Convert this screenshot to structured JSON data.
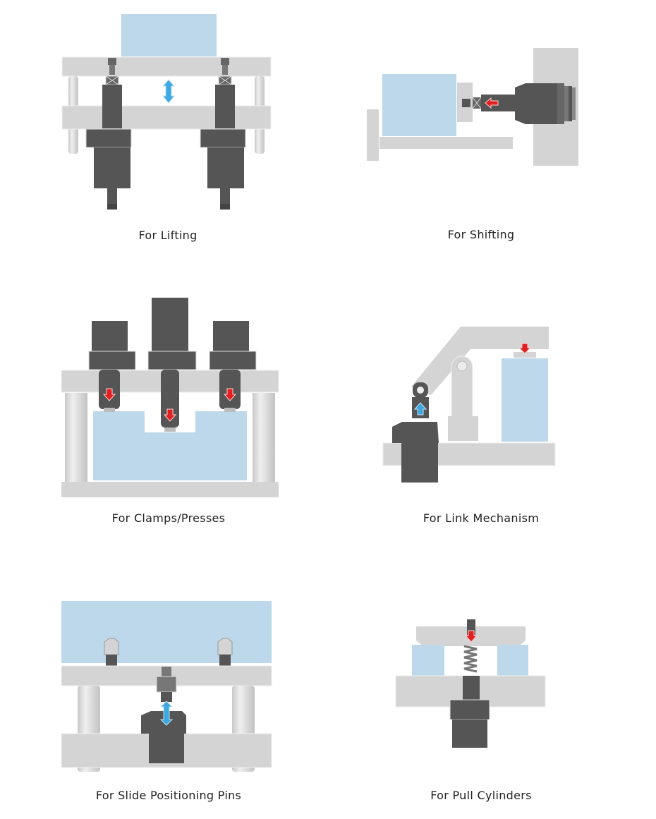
{
  "captions": {
    "lifting": "For Lifting",
    "shifting": "For Shifting",
    "clamps": "For Clamps/Presses",
    "link": "For Link Mechanism",
    "slide": "For Slide Positioning Pins",
    "pull": "For Pull Cylinders"
  },
  "colors": {
    "frame": "#d4d4d4",
    "frame_edge": "#f2f2f2",
    "cylinder": "#555555",
    "cylinder_dark": "#3a3a3a",
    "workpiece": "#bcd8ea",
    "arrow_blue": "#3ea8e0",
    "arrow_red": "#e02020"
  },
  "icons": [
    "double-arrow-vertical-blue",
    "arrow-down-red",
    "arrow-up-blue",
    "arrow-left-red"
  ]
}
